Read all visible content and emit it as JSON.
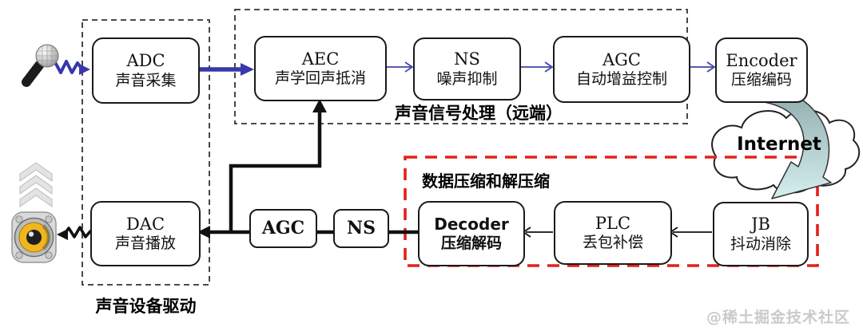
{
  "groups": {
    "device_driver": {
      "label": "声音设备驱动"
    },
    "far_end": {
      "label": "声音信号处理（远端）"
    },
    "codec": {
      "label": "数据压缩和解压缩"
    }
  },
  "cloud": {
    "label": "Internet"
  },
  "nodes": {
    "adc": {
      "line1": "ADC",
      "line2": "声音采集"
    },
    "aec": {
      "line1": "AEC",
      "line2": "声学回声抵消"
    },
    "ns": {
      "line1": "NS",
      "line2": "噪声抑制"
    },
    "agc": {
      "line1": "AGC",
      "line2": "自动增益控制"
    },
    "encoder": {
      "line1": "Encoder",
      "line2": "压缩编码"
    },
    "jb": {
      "line1": "JB",
      "line2": "抖动消除"
    },
    "plc": {
      "line1": "PLC",
      "line2": "丢包补偿"
    },
    "decoder": {
      "line1": "Decoder",
      "line2": "压缩解码"
    },
    "dac": {
      "line1": "DAC",
      "line2": "声音播放"
    },
    "agc_playback": {
      "line1": "AGC"
    },
    "ns_playback": {
      "line1": "NS"
    }
  },
  "watermark": {
    "text": "@稀土掘金技术社区"
  },
  "icons": [
    "microphone-icon",
    "volume-chevrons-icon",
    "speaker-icon",
    "internet-cloud",
    "network-curved-arrow"
  ],
  "colors": {
    "signal_arrow_blue": "#3838A8",
    "playback_line_black": "#111111",
    "network_arrow_teal_dark": "#8CA9AB",
    "network_arrow_teal_light": "#D6EFEF",
    "codec_box_red": "#E32119",
    "box_border": "#1A1A1A",
    "watermark_gray": "#CBCBCB"
  }
}
